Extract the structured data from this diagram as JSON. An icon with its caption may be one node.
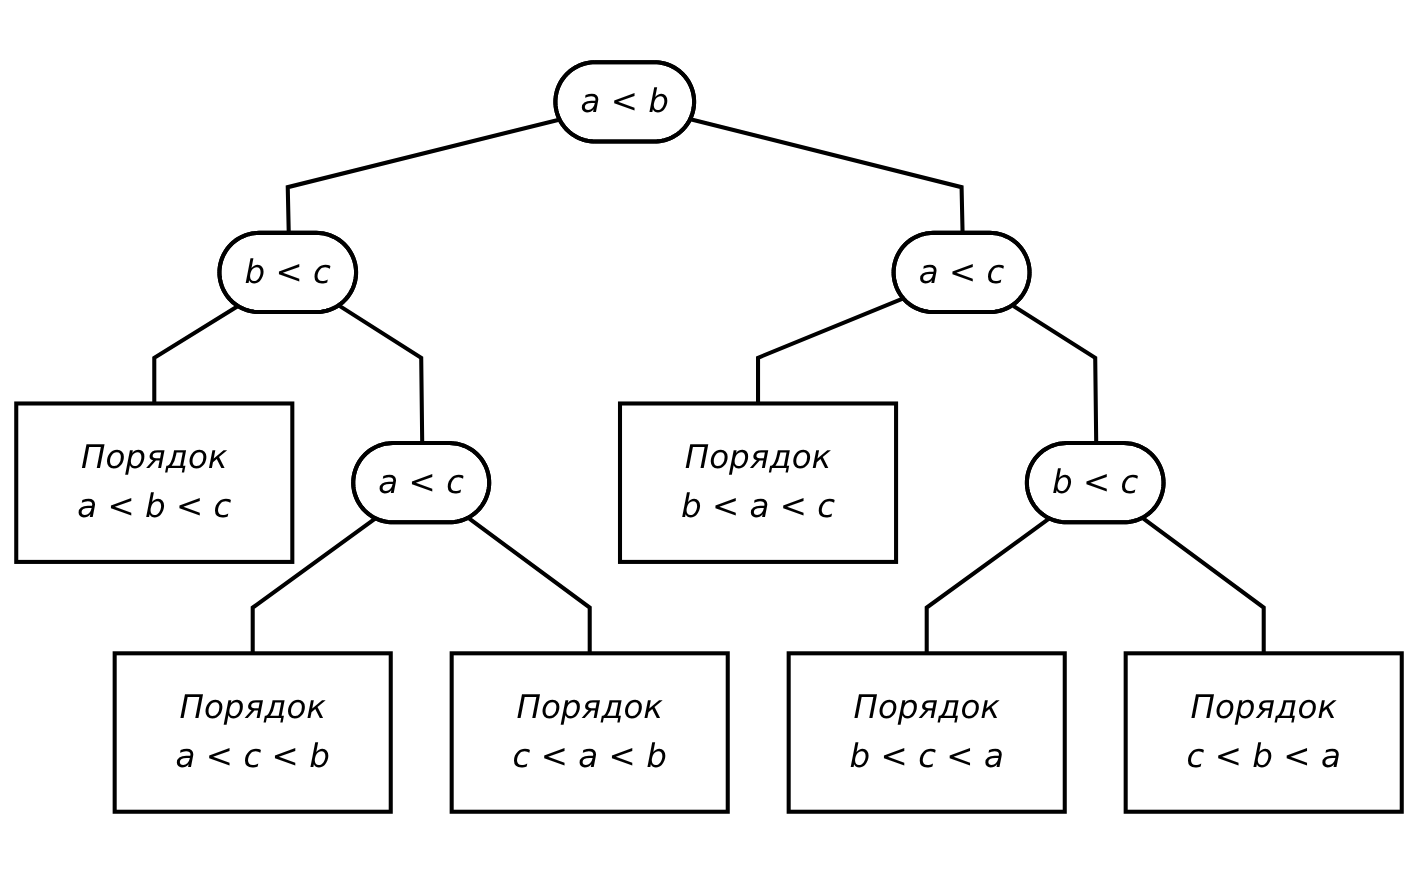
{
  "diagram": {
    "nodes": [
      {
        "text": [
          "a < b"
        ]
      },
      {
        "text": [
          "b < c"
        ]
      },
      {
        "text": [
          "a < c"
        ]
      },
      {
        "text": [
          "Порядок",
          "a < b < c"
        ]
      },
      {
        "text": [
          "a < c"
        ]
      },
      {
        "text": [
          "Порядок",
          "b < a < c"
        ]
      },
      {
        "text": [
          "b < c"
        ]
      },
      {
        "text": [
          "Порядок",
          "a < c < b"
        ]
      },
      {
        "text": [
          "Порядок",
          "c < a < b"
        ]
      },
      {
        "text": [
          "Порядок",
          "b < c < a"
        ]
      },
      {
        "text": [
          "Порядок",
          "c < b < a"
        ]
      }
    ],
    "edges": [
      {
        "from": 0,
        "to": 1,
        "arrow": "none"
      },
      {
        "from": 0,
        "to": 2,
        "arrow": "none"
      },
      {
        "from": 1,
        "to": 3,
        "arrow": "none"
      },
      {
        "from": 1,
        "to": 4,
        "arrow": "none"
      },
      {
        "from": 2,
        "to": 5,
        "arrow": "none"
      },
      {
        "from": 2,
        "to": 6,
        "arrow": "none"
      },
      {
        "from": 4,
        "to": 7,
        "arrow": "none"
      },
      {
        "from": 4,
        "to": 8,
        "arrow": "none"
      },
      {
        "from": 6,
        "to": 9,
        "arrow": "none"
      },
      {
        "from": 6,
        "to": 10,
        "arrow": "none"
      }
    ]
  }
}
